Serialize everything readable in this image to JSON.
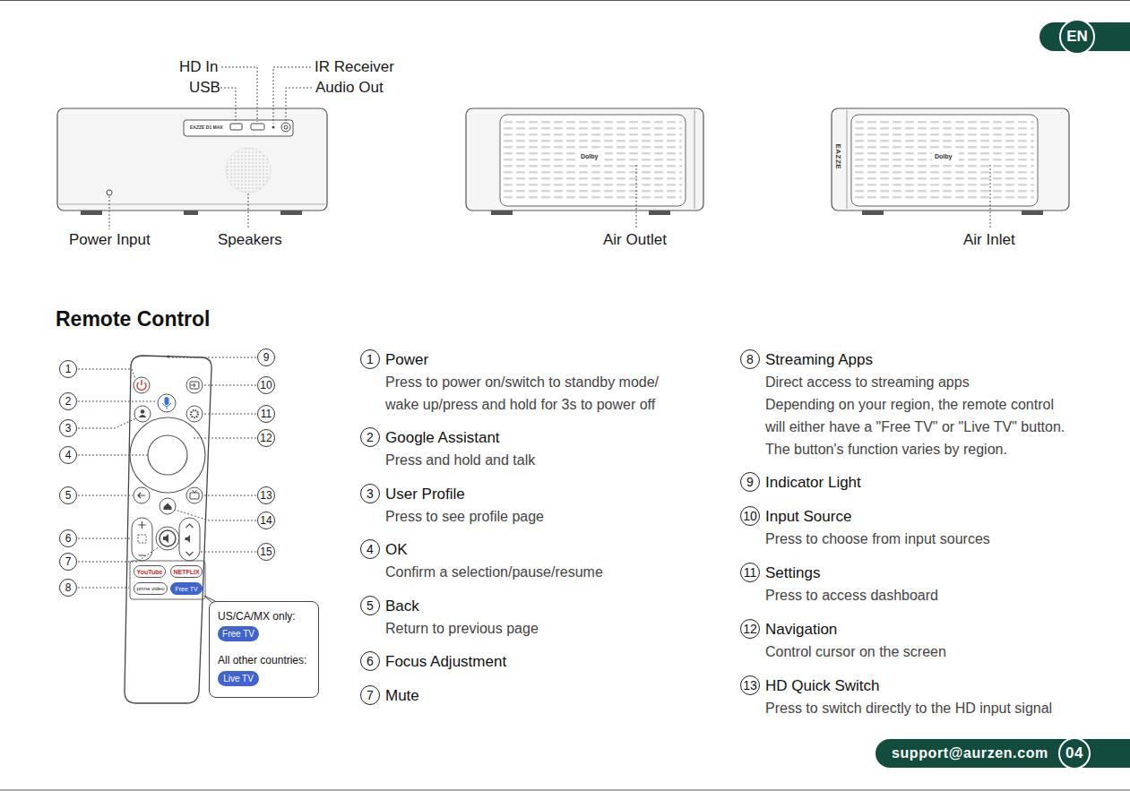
{
  "diagram": {
    "nodes": [
      {
        "text": [
          "EN"
        ]
      },
      {
        "text": [
          "1"
        ]
      },
      {
        "text": [
          "2"
        ]
      },
      {
        "text": [
          "3"
        ]
      },
      {
        "text": [
          "4"
        ]
      },
      {
        "text": [
          "5"
        ]
      },
      {
        "text": [
          "6"
        ]
      },
      {
        "text": [
          "7"
        ]
      },
      {
        "text": [
          "8"
        ]
      },
      {
        "text": [
          "9"
        ]
      },
      {
        "text": [
          "10"
        ]
      },
      {
        "text": [
          "11"
        ]
      },
      {
        "text": [
          "12"
        ]
      },
      {
        "text": [
          "13"
        ]
      },
      {
        "text": [
          "14"
        ]
      },
      {
        "text": [
          "15"
        ]
      },
      {
        "text": [
          "YouTube"
        ]
      },
      {
        "text": [
          "NETFLIX"
        ]
      },
      {
        "text": [
          "prime video"
        ]
      },
      {
        "text": [
          "Free TV"
        ]
      },
      {
        "text": [
          "US/CA/MX only:",
          "All other countries:"
        ]
      },
      {
        "text": [
          "Free TV"
        ],
        "in": 20
      },
      {
        "text": [
          "Live TV"
        ],
        "in": 20
      },
      {
        "text": [
          "1"
        ]
      },
      {
        "text": [
          "2"
        ]
      },
      {
        "text": [
          "3"
        ]
      },
      {
        "text": [
          "4"
        ]
      },
      {
        "text": [
          "5"
        ]
      },
      {
        "text": [
          "6"
        ]
      },
      {
        "text": [
          "7"
        ]
      },
      {
        "text": [
          "8"
        ]
      },
      {
        "text": [
          "9"
        ]
      },
      {
        "text": [
          "10"
        ]
      },
      {
        "text": [
          "11"
        ]
      },
      {
        "text": [
          "12"
        ]
      },
      {
        "text": [
          "13"
        ]
      },
      {
        "text": [
          "support@aurzen.com"
        ]
      },
      {
        "text": [
          "04"
        ],
        "in": 36
      }
    ],
    "labels": [
      "HD In",
      "USB",
      "IR Receiver",
      "Audio Out",
      "EAZZE D1 MAX",
      "Power Input",
      "Speakers",
      "Dolby",
      "Air Outlet",
      "EAZZE",
      "Dolby",
      "Air Inlet",
      "Remote Control",
      "Power",
      "Press to power on/switch to standby mode/ wake up/press and hold for 3s to power off",
      "Google Assistant",
      "Press and hold and talk",
      "User Profile",
      "Press to see profile page",
      "OK",
      "Confirm a selection/pause/resume",
      "Back",
      "Return to previous page",
      "Focus Adjustment",
      "Mute",
      "Streaming Apps",
      "Direct access to streaming apps",
      "Depending on your region, the remote control will either have a \"Free TV\" or \"Live TV\" button. The button's function varies by region.",
      "Indicator Light",
      "Input Source",
      "Press to choose from input sources",
      "Settings",
      "Press to access dashboard",
      "Navigation",
      "Control cursor on the screen",
      "HD Quick Switch",
      "Press to switch directly to the HD input signal"
    ]
  }
}
